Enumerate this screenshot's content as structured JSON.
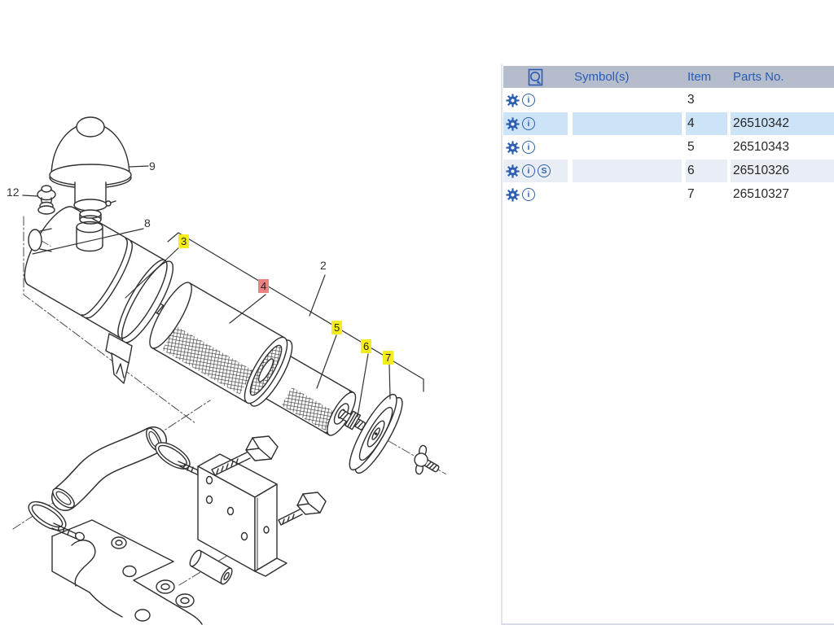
{
  "diagram": {
    "description": "Exploded view of engine air cleaner / filter assembly",
    "callouts": [
      {
        "id": "9",
        "label": "9",
        "style": "plain"
      },
      {
        "id": "12",
        "label": "12",
        "style": "plain"
      },
      {
        "id": "8",
        "label": "8",
        "style": "plain"
      },
      {
        "id": "3",
        "label": "3",
        "style": "yellow"
      },
      {
        "id": "2",
        "label": "2",
        "style": "plain"
      },
      {
        "id": "4",
        "label": "4",
        "style": "red"
      },
      {
        "id": "5",
        "label": "5",
        "style": "yellow"
      },
      {
        "id": "6",
        "label": "6",
        "style": "yellow"
      },
      {
        "id": "7",
        "label": "7",
        "style": "yellow"
      }
    ],
    "highlight_colors": {
      "yellow": "#f4ec1d",
      "red": "#ee8282"
    }
  },
  "table": {
    "header": {
      "symbols": "Symbol(s)",
      "item": "Item",
      "parts_no": "Parts No."
    },
    "icons": {
      "search": "magnifier-icon",
      "gear": "gear-icon",
      "info_letter": "i",
      "s_letter": "S"
    },
    "rows": [
      {
        "item": "3",
        "parts_no": "",
        "has_s_icon": false,
        "state": "normal"
      },
      {
        "item": "4",
        "parts_no": "26510342",
        "has_s_icon": false,
        "state": "selected"
      },
      {
        "item": "5",
        "parts_no": "26510343",
        "has_s_icon": false,
        "state": "normal"
      },
      {
        "item": "6",
        "parts_no": "26510326",
        "has_s_icon": true,
        "state": "zebra"
      },
      {
        "item": "7",
        "parts_no": "26510327",
        "has_s_icon": false,
        "state": "normal"
      }
    ],
    "colors": {
      "header_bg": "#b5bccb",
      "header_text": "#2a5cb4",
      "selected_row_bg": "#cce3f8",
      "zebra_row_bg": "#e9edf4",
      "icon_blue": "#2e5fb0",
      "divider": "#e0e3f1"
    }
  }
}
